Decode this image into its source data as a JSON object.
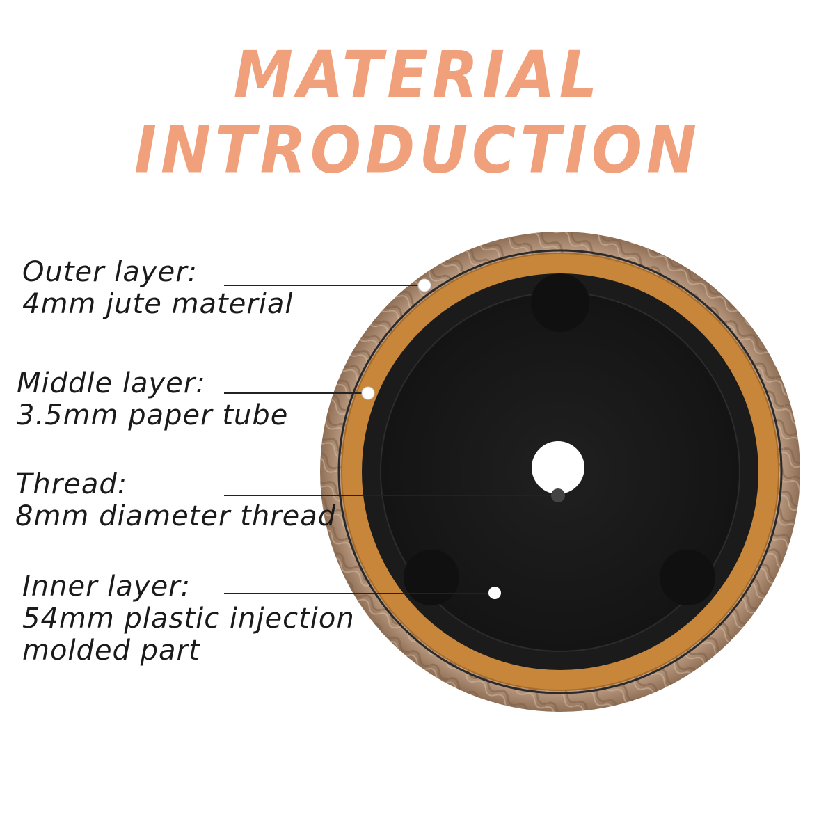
{
  "title": "MATERIAL INTRODUCTION",
  "colors": {
    "title": "#f0a07a",
    "jute": "#b08a6a",
    "paper_tube": "#c8863a",
    "plastic": "#1c1c1c",
    "leader": "#222222"
  },
  "labels": [
    {
      "heading": "Outer layer:",
      "detail": "4mm jute material"
    },
    {
      "heading": "Middle layer:",
      "detail": "3.5mm paper tube"
    },
    {
      "heading": "Thread:",
      "detail": "8mm diameter thread"
    },
    {
      "heading": "Inner layer:",
      "detail": "54mm plastic injection",
      "detail2": "molded part"
    }
  ]
}
